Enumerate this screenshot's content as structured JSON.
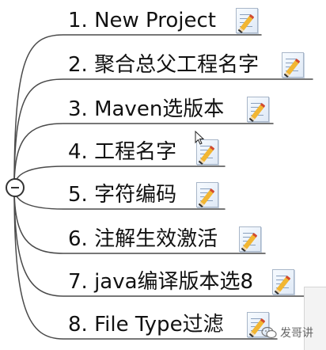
{
  "mindmap": {
    "items": [
      {
        "label": "1. New Project"
      },
      {
        "label": "2. 聚合总父工程名字"
      },
      {
        "label": "3. Maven选版本"
      },
      {
        "label": "4. 工程名字"
      },
      {
        "label": "5. 字符编码"
      },
      {
        "label": "6. 注解生效激活"
      },
      {
        "label": "7. java编译版本选8"
      },
      {
        "label": "8. File Type过滤"
      }
    ],
    "note_icon": "note-pencil-icon",
    "collapse_icon": "minus-circle-icon"
  },
  "watermark": {
    "text": "发哥讲"
  }
}
